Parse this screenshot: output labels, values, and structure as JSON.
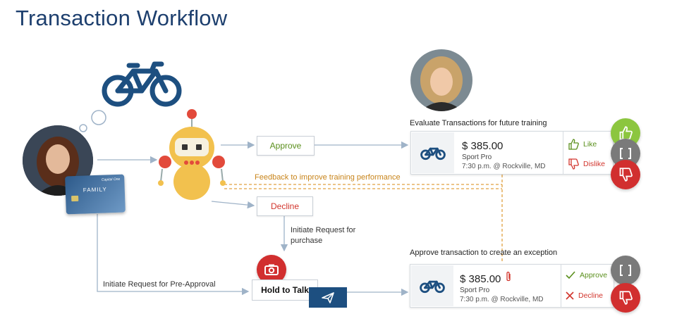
{
  "title": "Transaction Workflow",
  "flow": {
    "approve_label": "Approve",
    "decline_label": "Decline",
    "feedback_label": "Feedback to improve training performance",
    "initiate_purchase_label": "Initiate Request for purchase",
    "initiate_preapproval_label": "Initiate Request for Pre-Approval",
    "hold_to_talk_label": "Hold to Talk"
  },
  "card_brand": {
    "brand": "Capital One",
    "program": "FAMILY"
  },
  "evaluate": {
    "heading": "Evaluate Transactions for future training",
    "price": "$ 385.00",
    "merchant": "Sport Pro",
    "meta": "7:30 p.m. @ Rockville, MD",
    "like_label": "Like",
    "dislike_label": "Dislike"
  },
  "exception": {
    "heading": "Approve transaction to create an exception",
    "price": "$ 385.00",
    "merchant": "Sport Pro",
    "meta": "7:30 p.m. @ Rockville, MD",
    "approve_label": "Approve",
    "decline_label": "Decline"
  },
  "icons": [
    "bicycle-icon",
    "thumbs-up-icon",
    "thumbs-down-icon",
    "camera-icon",
    "send-icon",
    "paperclip-icon",
    "check-icon",
    "x-icon",
    "bracket-icon"
  ],
  "colors": {
    "title": "#1d3f6e",
    "approve": "#5a8f1c",
    "decline": "#d2352d",
    "feedback": "#c8841a",
    "like_circle": "#8cc63f",
    "dislike_circle": "#d12f2f",
    "neutral_circle": "#7a7a7a",
    "send_button": "#1d4f80",
    "robot": "#f2c14e"
  }
}
